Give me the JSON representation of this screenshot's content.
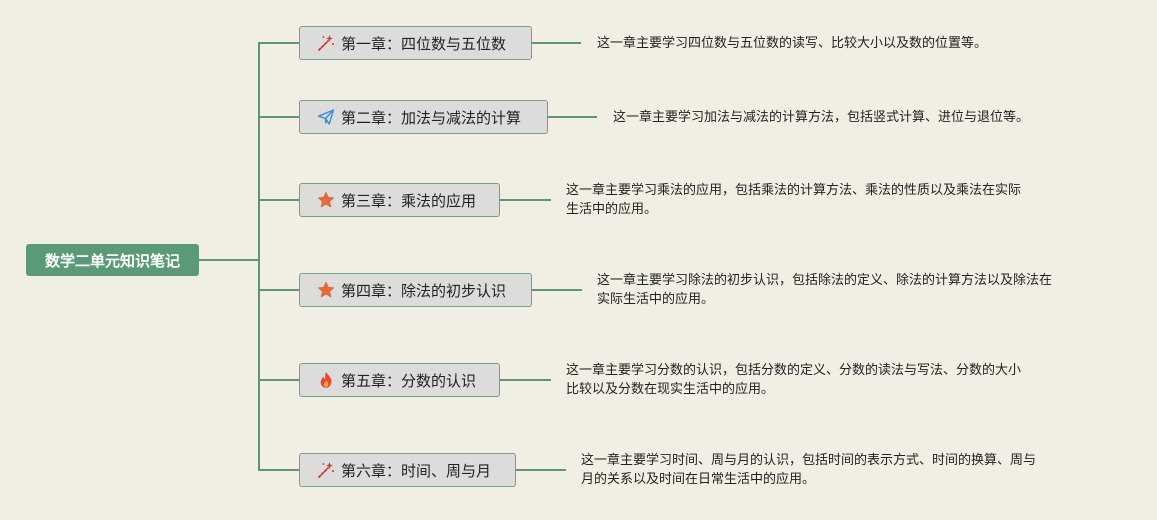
{
  "root": {
    "label": "数学二单元知识笔记"
  },
  "colors": {
    "background": "#f1eee4",
    "root_fill": "#5b9a77",
    "connector": "#5f9479",
    "node_fill": "#dcdcdb",
    "node_border": "#6fa287"
  },
  "chapters": [
    {
      "label": "第一章：四位数与五位数",
      "icon": "sparkle-wand-icon",
      "description": [
        "这一章主要学习四位数与五位数的读写、比较大小以及数的位置等。"
      ]
    },
    {
      "label": "第二章：加法与减法的计算",
      "icon": "paper-plane-icon",
      "description": [
        "这一章主要学习加法与减法的计算方法，包括竖式计算、进位与退位等。"
      ]
    },
    {
      "label": "第三章：乘法的应用",
      "icon": "star-icon",
      "description": [
        "这一章主要学习乘法的应用，包括乘法的计算方法、乘法的性质以及乘法在实际",
        "生活中的应用。"
      ]
    },
    {
      "label": "第四章：除法的初步认识",
      "icon": "star-icon",
      "description": [
        "这一章主要学习除法的初步认识，包括除法的定义、除法的计算方法以及除法在",
        "实际生活中的应用。"
      ]
    },
    {
      "label": "第五章：分数的认识",
      "icon": "flame-icon",
      "description": [
        "这一章主要学习分数的认识，包括分数的定义、分数的读法与写法、分数的大小",
        "比较以及分数在现实生活中的应用。"
      ]
    },
    {
      "label": "第六章：时间、周与月",
      "icon": "sparkle-wand-icon",
      "description": [
        "这一章主要学习时间、周与月的认识，包括时间的表示方式、时间的换算、周与",
        "月的关系以及时间在日常生活中的应用。"
      ]
    }
  ]
}
